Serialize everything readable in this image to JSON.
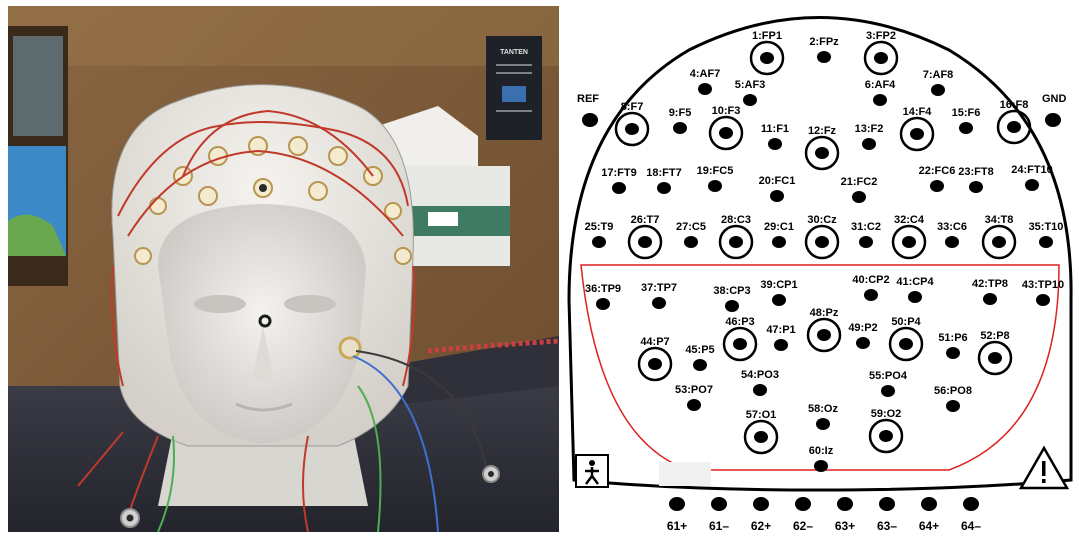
{
  "cap": {
    "sign_lines": [
      "TANTEN"
    ]
  },
  "diagram": {
    "ref": "REF",
    "gnd": "GND",
    "person_icon": "person-icon",
    "warning_icon": "warning-triangle-icon",
    "electrodes": [
      {
        "label": "1:FP1",
        "ring": true
      },
      {
        "label": "2:FPz",
        "ring": false
      },
      {
        "label": "3:FP2",
        "ring": true
      },
      {
        "label": "4:AF7",
        "ring": false
      },
      {
        "label": "5:AF3",
        "ring": false
      },
      {
        "label": "6:AF4",
        "ring": false
      },
      {
        "label": "7:AF8",
        "ring": false
      },
      {
        "label": "8:F7",
        "ring": true
      },
      {
        "label": "9:F5",
        "ring": false
      },
      {
        "label": "10:F3",
        "ring": true
      },
      {
        "label": "11:F1",
        "ring": false
      },
      {
        "label": "12:Fz",
        "ring": true
      },
      {
        "label": "13:F2",
        "ring": false
      },
      {
        "label": "14:F4",
        "ring": true
      },
      {
        "label": "15:F6",
        "ring": false
      },
      {
        "label": "16:F8",
        "ring": true
      },
      {
        "label": "17:FT9",
        "ring": false
      },
      {
        "label": "18:FT7",
        "ring": false
      },
      {
        "label": "19:FC5",
        "ring": false
      },
      {
        "label": "20:FC1",
        "ring": false
      },
      {
        "label": "21:FC2",
        "ring": false
      },
      {
        "label": "22:FC6",
        "ring": false
      },
      {
        "label": "23:FT8",
        "ring": false
      },
      {
        "label": "24:FT10",
        "ring": false
      },
      {
        "label": "25:T9",
        "ring": false
      },
      {
        "label": "26:T7",
        "ring": true
      },
      {
        "label": "27:C5",
        "ring": false
      },
      {
        "label": "28:C3",
        "ring": true
      },
      {
        "label": "29:C1",
        "ring": false
      },
      {
        "label": "30:Cz",
        "ring": true
      },
      {
        "label": "31:C2",
        "ring": false
      },
      {
        "label": "32:C4",
        "ring": true
      },
      {
        "label": "33:C6",
        "ring": false
      },
      {
        "label": "34:T8",
        "ring": true
      },
      {
        "label": "35:T10",
        "ring": false
      },
      {
        "label": "36:TP9",
        "ring": false
      },
      {
        "label": "37:TP7",
        "ring": false
      },
      {
        "label": "38:CP3",
        "ring": false
      },
      {
        "label": "39:CP1",
        "ring": false
      },
      {
        "label": "40:CP2",
        "ring": false
      },
      {
        "label": "41:CP4",
        "ring": false
      },
      {
        "label": "42:TP8",
        "ring": false
      },
      {
        "label": "43:TP10",
        "ring": false
      },
      {
        "label": "44:P7",
        "ring": true
      },
      {
        "label": "45:P5",
        "ring": false
      },
      {
        "label": "46:P3",
        "ring": true
      },
      {
        "label": "47:P1",
        "ring": false
      },
      {
        "label": "48:Pz",
        "ring": true
      },
      {
        "label": "49:P2",
        "ring": false
      },
      {
        "label": "50:P4",
        "ring": true
      },
      {
        "label": "51:P6",
        "ring": false
      },
      {
        "label": "52:P8",
        "ring": true
      },
      {
        "label": "53:PO7",
        "ring": false
      },
      {
        "label": "54:PO3",
        "ring": false
      },
      {
        "label": "55:PO4",
        "ring": false
      },
      {
        "label": "56:PO8",
        "ring": false
      },
      {
        "label": "57:O1",
        "ring": true
      },
      {
        "label": "58:Oz",
        "ring": false
      },
      {
        "label": "59:O2",
        "ring": true
      },
      {
        "label": "60:Iz",
        "ring": false
      }
    ],
    "bipolar": [
      "61+",
      "61–",
      "62+",
      "62–",
      "63+",
      "63–",
      "64+",
      "64–"
    ]
  }
}
